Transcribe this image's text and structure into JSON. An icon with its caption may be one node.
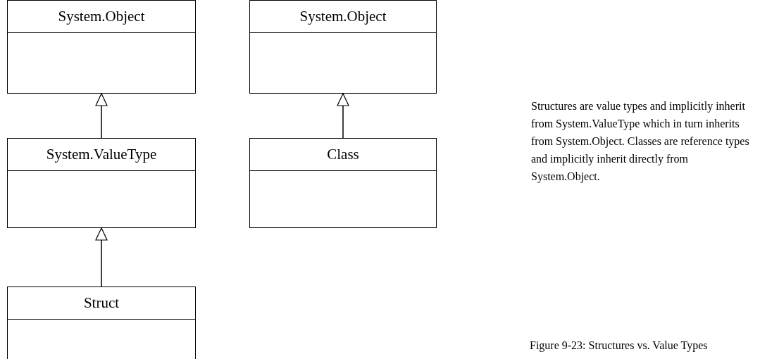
{
  "diagram": {
    "caption": "Figure 9-23: Structures vs. Value Types",
    "nodes": [
      {
        "text": [
          "System.Object"
        ]
      },
      {
        "text": [
          "System.ValueType"
        ]
      },
      {
        "text": [
          "Struct"
        ]
      },
      {
        "text": [
          "System.Object"
        ]
      },
      {
        "text": [
          "Class"
        ]
      }
    ],
    "edges": [
      {
        "from": 1,
        "to": 0,
        "arrow": "to"
      },
      {
        "from": 2,
        "to": 1,
        "arrow": "to"
      },
      {
        "from": 4,
        "to": 3,
        "arrow": "to"
      }
    ],
    "labels": [
      "Structures are value types and implicitly inherit from System.ValueType which in turn inherits from System.Object. Classes are reference types and implicitly inherit directly from System.Object."
    ]
  }
}
